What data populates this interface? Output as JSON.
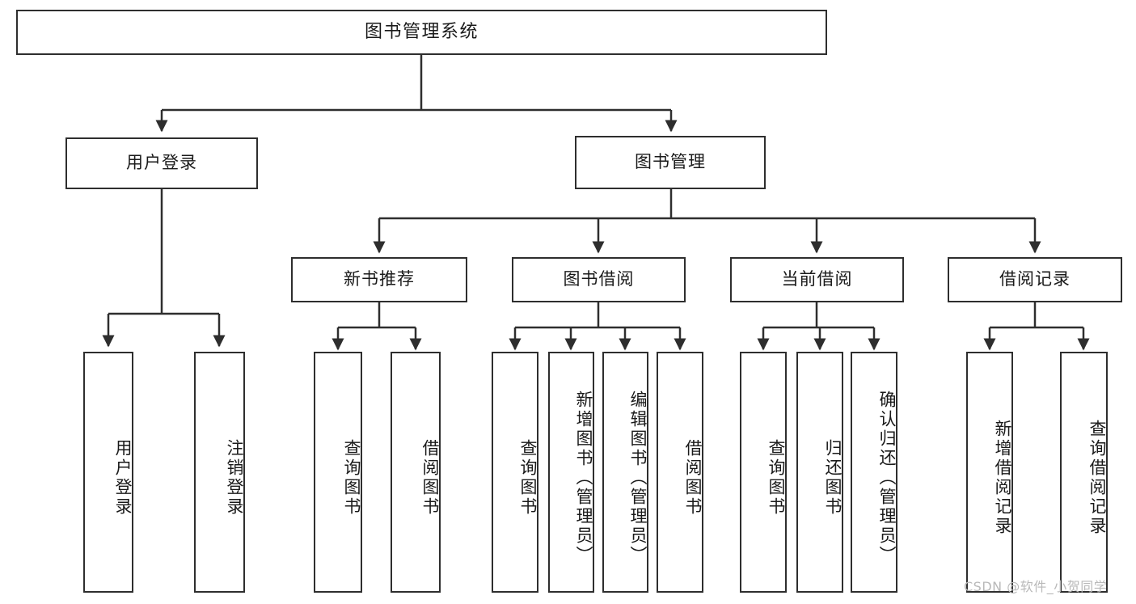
{
  "diagram": {
    "type": "tree-hierarchy",
    "title": "图书管理系统",
    "watermark": "CSDN @软件_小贺同学",
    "colors": {
      "box_border": "#2e2e2e",
      "box_fill": "#ffffff",
      "edge": "#2e2e2e",
      "text": "#1a1a1a",
      "watermark": "#b9b9b9",
      "background": "#ffffff"
    },
    "root": {
      "id": "root",
      "label": "图书管理系统"
    },
    "level2": [
      {
        "id": "user-login",
        "label": "用户登录"
      },
      {
        "id": "book-manage",
        "label": "图书管理"
      }
    ],
    "level3": [
      {
        "id": "new-book-recommend",
        "label": "新书推荐",
        "parent": "book-manage"
      },
      {
        "id": "book-borrow",
        "label": "图书借阅",
        "parent": "book-manage"
      },
      {
        "id": "current-borrow",
        "label": "当前借阅",
        "parent": "book-manage"
      },
      {
        "id": "borrow-record",
        "label": "借阅记录",
        "parent": "book-manage"
      }
    ],
    "leaves": [
      {
        "id": "leaf-user-login",
        "label": "用户登录",
        "parent": "user-login"
      },
      {
        "id": "leaf-logout",
        "label": "注销登录",
        "parent": "user-login"
      },
      {
        "id": "leaf-query-book-1",
        "label": "查询图书",
        "parent": "new-book-recommend"
      },
      {
        "id": "leaf-borrow-book-1",
        "label": "借阅图书",
        "parent": "new-book-recommend"
      },
      {
        "id": "leaf-query-book-2",
        "label": "查询图书",
        "parent": "book-borrow"
      },
      {
        "id": "leaf-add-book",
        "label": "新增图书（管理员）",
        "parent": "book-borrow"
      },
      {
        "id": "leaf-edit-book",
        "label": "编辑图书（管理员）",
        "parent": "book-borrow"
      },
      {
        "id": "leaf-borrow-book-2",
        "label": "借阅图书",
        "parent": "book-borrow"
      },
      {
        "id": "leaf-query-book-3",
        "label": "查询图书",
        "parent": "current-borrow"
      },
      {
        "id": "leaf-return-book",
        "label": "归还图书",
        "parent": "current-borrow"
      },
      {
        "id": "leaf-confirm-return",
        "label": "确认归还（管理员）",
        "parent": "current-borrow"
      },
      {
        "id": "leaf-add-record",
        "label": "新增借阅记录",
        "parent": "borrow-record"
      },
      {
        "id": "leaf-query-record",
        "label": "查询借阅记录",
        "parent": "borrow-record"
      }
    ]
  }
}
